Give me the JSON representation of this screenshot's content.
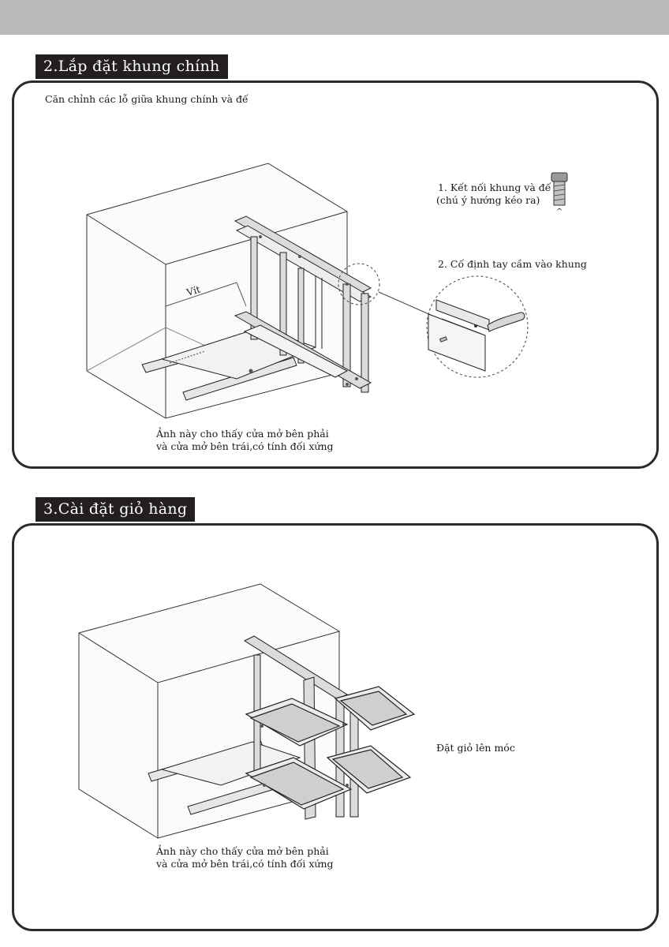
{
  "header": {
    "bar_color": "#b9b9b9"
  },
  "section2": {
    "title": "2.Lắp đặt khung chính",
    "intro": "Căn chỉnh các lỗ giữa khung chính và đế",
    "screw_label": "Vít",
    "step1_line1": "1. Kết nối khung và đế",
    "step1_line2": "(chú ý hướng kéo ra)",
    "step1_arrow": "^",
    "step2": "2. Cố định tay cầm vào khung",
    "note_line1": "Ảnh này cho thấy cửa mở bên phải",
    "note_line2": "và cửa mở bên trái,có tính đối xứng"
  },
  "section3": {
    "title": "3.Cài đặt giỏ hàng",
    "basket_label": "Đặt giỏ lên móc",
    "note_line1": "Ảnh này cho thấy cửa mở bên phải",
    "note_line2": "và cửa mở bên trái,có tính đối xứng"
  },
  "icons": {
    "bolt": "bolt-icon",
    "handle": "handle-icon"
  }
}
